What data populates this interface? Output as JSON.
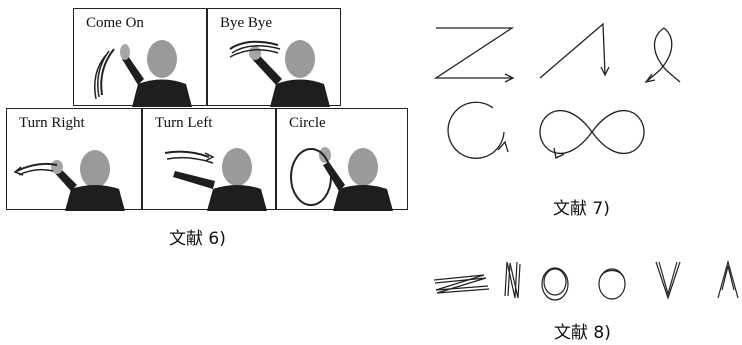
{
  "ref6": {
    "caption": "文献 6)",
    "panels": [
      {
        "label": "Come On",
        "gesture": "come-on"
      },
      {
        "label": "Bye Bye",
        "gesture": "bye-bye"
      },
      {
        "label": "Turn Right",
        "gesture": "turn-right"
      },
      {
        "label": "Turn Left",
        "gesture": "turn-left"
      },
      {
        "label": "Circle",
        "gesture": "circle"
      }
    ]
  },
  "ref7": {
    "caption": "文献 7)"
  },
  "ref8": {
    "caption": "文献 8)"
  }
}
